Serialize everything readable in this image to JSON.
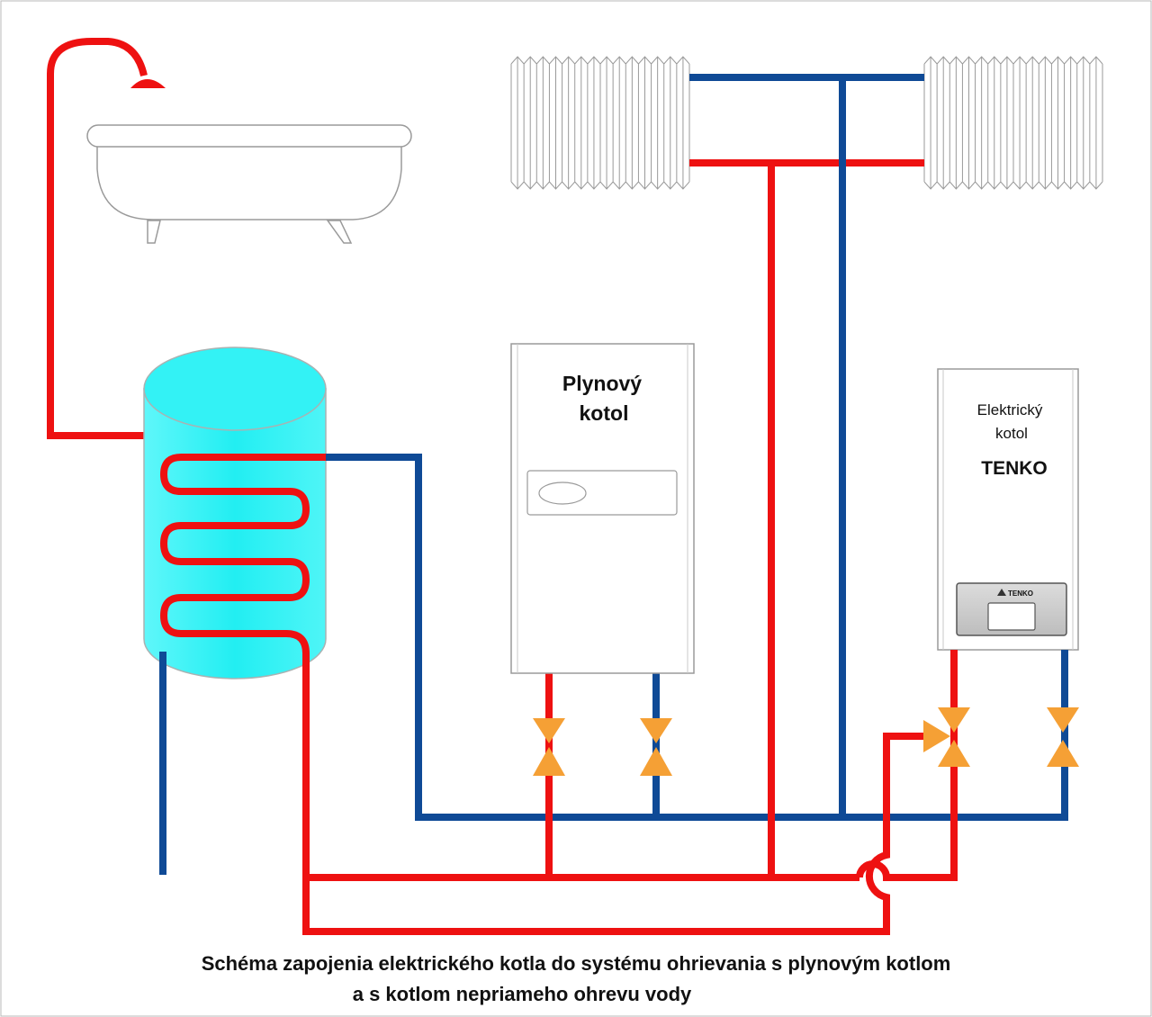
{
  "labels": {
    "gas_boiler_line1": "Plynový",
    "gas_boiler_line2": "kotol",
    "electric_boiler_line1": "Elektrický",
    "electric_boiler_line2": "kotol",
    "electric_boiler_brand": "TENKO",
    "panel_logo": "TENKO"
  },
  "caption": {
    "line1": "Schéma zapojenia elektrického kotla do systému ohrievania s plynovým kotlom",
    "line2": "a s kotlom nepriameho ohrevu vody"
  },
  "colors": {
    "hot_pipe": "#ee1111",
    "cold_pipe": "#0f4a96",
    "valve": "#f5a035",
    "tank": "#33f2f5"
  }
}
